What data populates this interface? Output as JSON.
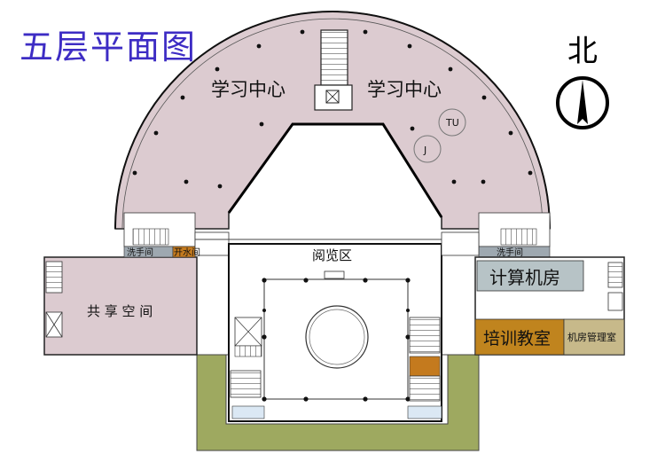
{
  "title": "五层平面图",
  "north_label": "北",
  "colors": {
    "study": "#dccbd0",
    "garden": "#9ea960",
    "computer_room": "#b7c3c6",
    "training": "#c0841e",
    "admin": "#c7b98a",
    "washroom": "#9ea8b0",
    "water": "#c47a1e",
    "title": "#3d2cc4"
  },
  "rooms": {
    "study_left": "学习中心",
    "study_right": "学习中心",
    "reading": "阅览区",
    "shared": "共 享 空 间",
    "computer": "计算机房",
    "training": "培训教室",
    "admin": "机房管理室",
    "wash_left": "洗手间",
    "water": "开水间",
    "wash_right": "洗手间"
  },
  "markers": {
    "tu": "TU",
    "j": "J"
  }
}
